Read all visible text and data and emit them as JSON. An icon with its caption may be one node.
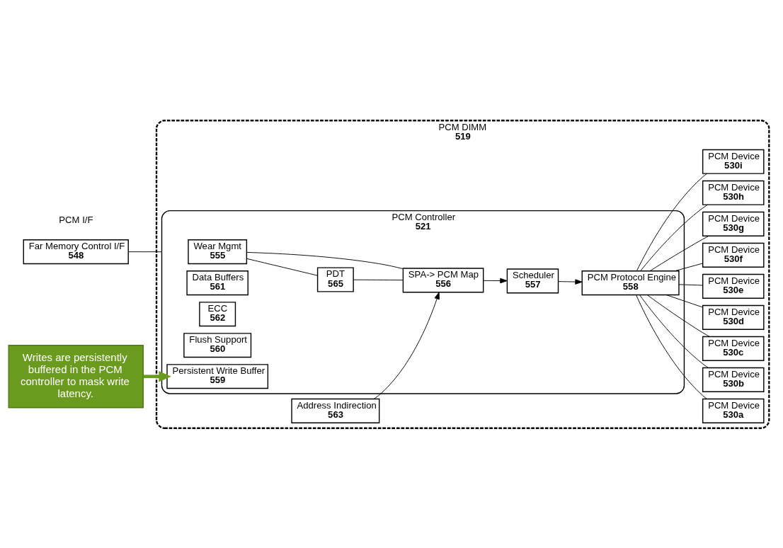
{
  "diagram": {
    "nodes": [
      {
        "text": [
          "PCM DIMM",
          "519"
        ]
      },
      {
        "text": [
          "Far Memory Control I/F",
          "548"
        ]
      },
      {
        "text": [
          "PCM Controller",
          "521"
        ],
        "in": 0
      },
      {
        "text": [
          "Wear Mgmt",
          "555"
        ],
        "in": 2
      },
      {
        "text": [
          "PDT",
          "565"
        ],
        "in": 2
      },
      {
        "text": [
          "SPA-> PCM Map",
          "556"
        ],
        "in": 2
      },
      {
        "text": [
          "Scheduler",
          "557"
        ],
        "in": 2
      },
      {
        "text": [
          "Data Buffers",
          "561"
        ],
        "in": 2
      },
      {
        "text": [
          "PCM Protocol Engine",
          "558"
        ],
        "in": 2
      },
      {
        "text": [
          "ECC",
          "562"
        ],
        "in": 2
      },
      {
        "text": [
          "Flush Support",
          "560"
        ],
        "in": 2
      },
      {
        "text": [
          "Persistent Write Buffer",
          "559"
        ],
        "in": 2
      },
      {
        "text": [
          "Address Indirection",
          "563"
        ],
        "in": 0
      },
      {
        "text": [
          "Writes are persistently buffered in the PCM controller to mask write latency."
        ]
      },
      {
        "text": [
          "PCM Device",
          "530a"
        ],
        "in": 0
      },
      {
        "text": [
          "PCM Device",
          "530b"
        ],
        "in": 0
      },
      {
        "text": [
          "PCM Device",
          "530c"
        ],
        "in": 0
      },
      {
        "text": [
          "PCM Device",
          "530d"
        ],
        "in": 0
      },
      {
        "text": [
          "PCM Device",
          "530e"
        ],
        "in": 0
      },
      {
        "text": [
          "PCM Device",
          "530f"
        ],
        "in": 0
      },
      {
        "text": [
          "PCM Device",
          "530g"
        ],
        "in": 0
      },
      {
        "text": [
          "PCM Device",
          "530h"
        ],
        "in": 0
      },
      {
        "text": [
          "PCM Device",
          "530i"
        ],
        "in": 0
      }
    ],
    "edges": [
      {
        "from": 1,
        "to": 2,
        "arrow": "none"
      },
      {
        "from": 3,
        "to": 4,
        "arrow": "none"
      },
      {
        "from": 3,
        "to": 5,
        "arrow": "none"
      },
      {
        "from": 4,
        "to": 5,
        "arrow": "none"
      },
      {
        "from": 5,
        "to": 6,
        "arrow": "to"
      },
      {
        "from": 6,
        "to": 8,
        "arrow": "to"
      },
      {
        "from": 12,
        "to": 5,
        "arrow": "to"
      },
      {
        "from": 13,
        "to": 11,
        "arrow": "to",
        "style": "thick",
        "color": "#6a9a1e"
      },
      {
        "from": 8,
        "to": 14,
        "arrow": "none"
      },
      {
        "from": 8,
        "to": 15,
        "arrow": "none"
      },
      {
        "from": 8,
        "to": 16,
        "arrow": "none"
      },
      {
        "from": 8,
        "to": 17,
        "arrow": "none"
      },
      {
        "from": 8,
        "to": 18,
        "arrow": "none"
      },
      {
        "from": 8,
        "to": 19,
        "arrow": "none"
      },
      {
        "from": 8,
        "to": 20,
        "arrow": "none"
      },
      {
        "from": 8,
        "to": 21,
        "arrow": "none"
      },
      {
        "from": 8,
        "to": 22,
        "arrow": "none"
      }
    ],
    "labels": [
      "PCM I/F"
    ]
  }
}
